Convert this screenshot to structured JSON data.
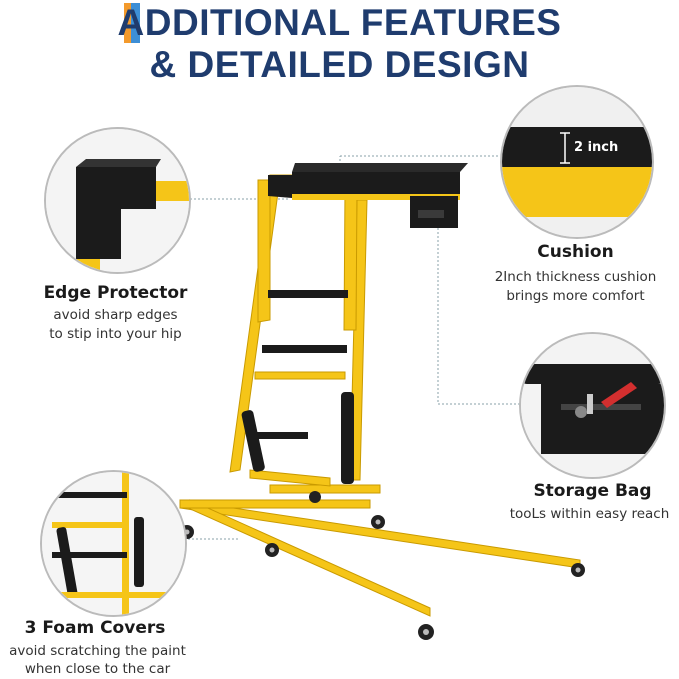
{
  "header": {
    "line1": "ADDITIONAL FEATURES",
    "line2": "& DETAILED DESIGN",
    "accent_colors": [
      "#f39a2c",
      "#3d8fd6"
    ],
    "title_color": "#1f3c6e"
  },
  "features": {
    "edge_protector": {
      "title": "Edge Protector",
      "desc_line1": "avoid sharp edges",
      "desc_line2": "to stip into your hip"
    },
    "cushion": {
      "title": "Cushion",
      "desc_line1": "2Inch thickness cushion",
      "desc_line2": "brings more comfort",
      "callout": "2 inch"
    },
    "storage_bag": {
      "title": "Storage Bag",
      "desc_line1": "tooLs within easy reach"
    },
    "foam_covers": {
      "title": "3 Foam Covers",
      "desc_line1": "avoid scratching the paint",
      "desc_line2": "when close to the car"
    }
  },
  "colors": {
    "frame_yellow": "#f5c518",
    "foam_black": "#1b1b1b",
    "leader_line": "#8aa0a8"
  }
}
